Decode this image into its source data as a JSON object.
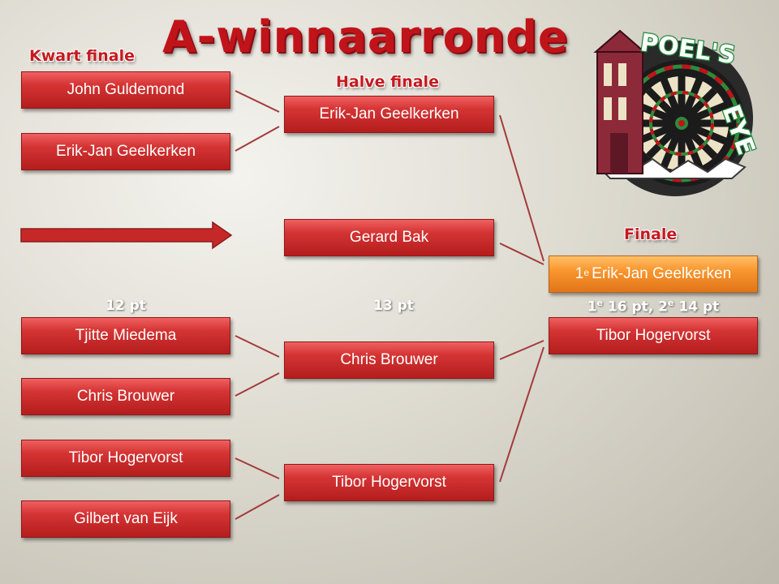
{
  "title": "A-winnaarronde",
  "rounds": {
    "quarter": "Kwart finale",
    "semi": "Halve finale",
    "final": "Finale"
  },
  "points": {
    "quarter": "12 pt",
    "semi": "13 pt",
    "final_first": "1",
    "final_first_rest": " 16 pt, 2",
    "final_second_rest": " 14 pt",
    "ordinal_sup": "e"
  },
  "quarter_finals": [
    "John Guldemond",
    "Erik-Jan Geelkerken",
    "Tjitte Miedema",
    "Chris Brouwer",
    "Tibor Hogervorst",
    "Gilbert van Eijk"
  ],
  "semi_finals": [
    "Erik-Jan Geelkerken",
    "Gerard Bak",
    "Chris Brouwer",
    "Tibor Hogervorst"
  ],
  "final": {
    "winner_rank": "1",
    "winner_sup": "e",
    "winner": "Erik-Jan Geelkerken",
    "runner_up": "Tibor Hogervorst"
  },
  "logo": {
    "text": "POEL'S EYE"
  },
  "colors": {
    "box_red": "#c62828",
    "box_orange": "#f9962d",
    "title_red": "#c0141a",
    "line": "#a33a3a",
    "logo_green": "#1f8a3a"
  }
}
